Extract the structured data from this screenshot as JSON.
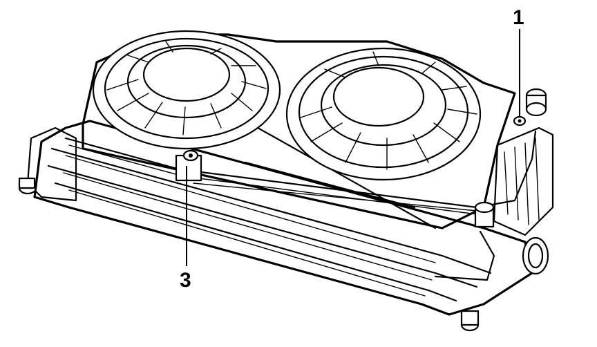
{
  "callouts": [
    {
      "id": "1",
      "text": "1"
    },
    {
      "id": "3",
      "text": "3"
    }
  ],
  "colors": {
    "ink": "#000000",
    "paper": "#ffffff"
  }
}
